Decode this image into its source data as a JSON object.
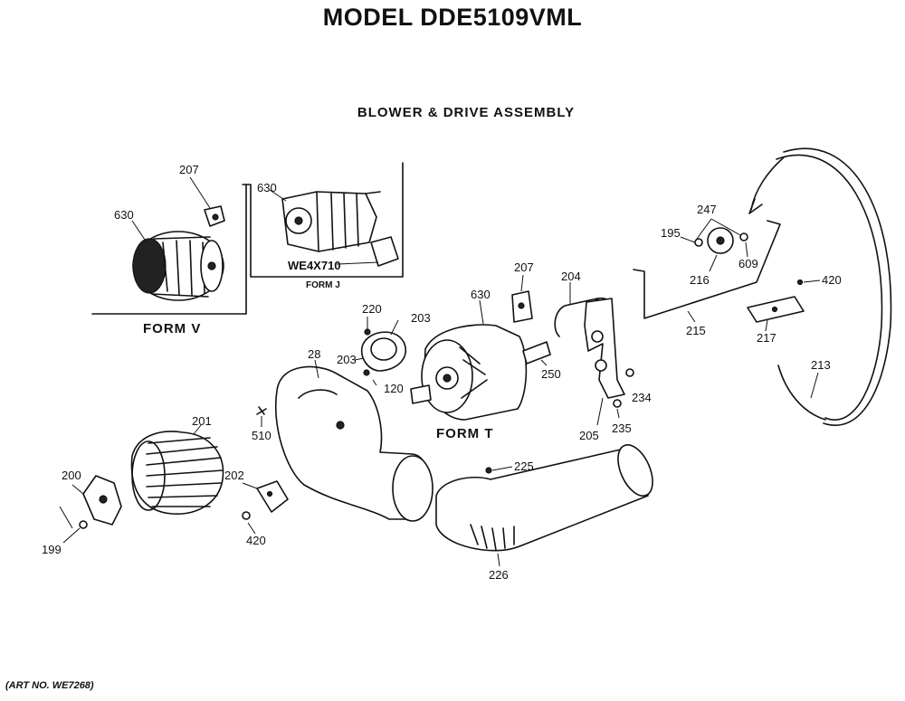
{
  "header": {
    "model_title": "MODEL DDE5109VML",
    "assembly_title": "BLOWER & DRIVE ASSEMBLY",
    "art_number": "(ART NO. WE7268)"
  },
  "forms": {
    "form_v": "FORM V",
    "form_j": "FORM J",
    "form_t": "FORM T"
  },
  "callouts": {
    "c207a": "207",
    "c630a": "630",
    "c630b": "630",
    "we4x710": "WE4X710",
    "c220": "220",
    "c203a": "203",
    "c203b": "203",
    "c120": "120",
    "c630c": "630",
    "c207b": "207",
    "c204": "204",
    "c250": "250",
    "c234": "234",
    "c205": "205",
    "c235": "235",
    "c28": "28",
    "c510": "510",
    "c201": "201",
    "c200": "200",
    "c202": "202",
    "c420a": "420",
    "c199": "199",
    "c225": "225",
    "c226": "226",
    "c247": "247",
    "c195": "195",
    "c216": "216",
    "c609": "609",
    "c215": "215",
    "c420b": "420",
    "c217": "217",
    "c213": "213"
  }
}
